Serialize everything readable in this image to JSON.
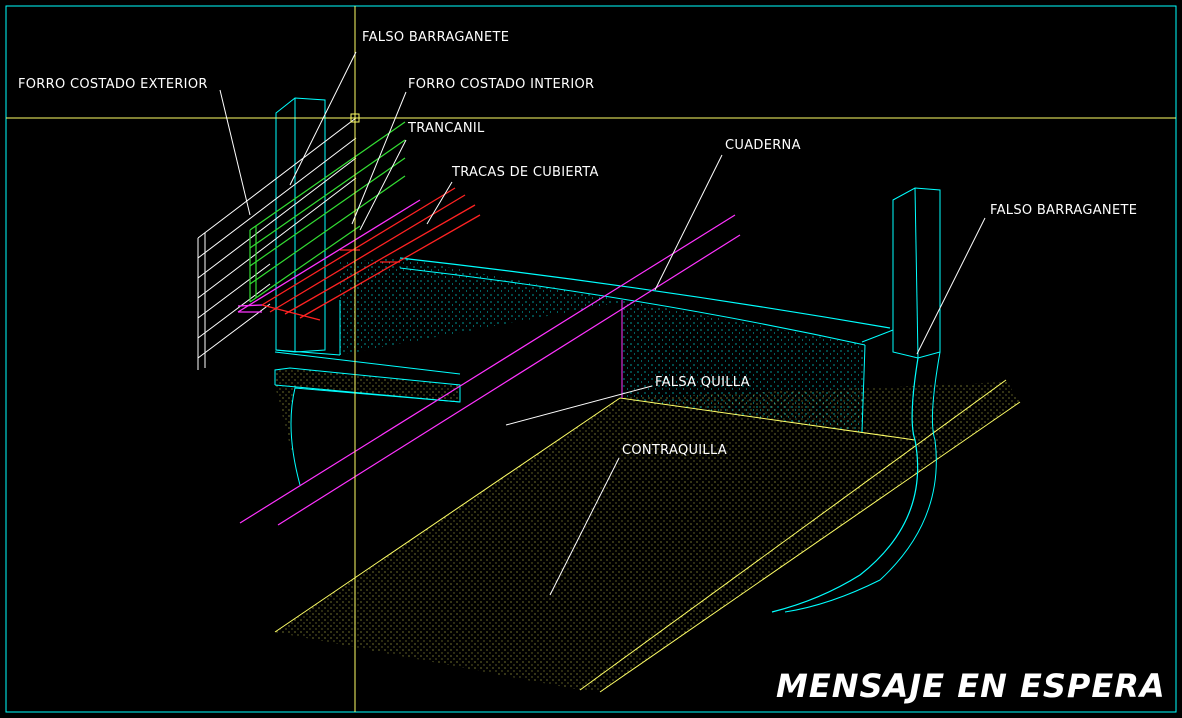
{
  "labels": {
    "falso_barraganete_top": "FALSO BARRAGANETE",
    "forro_costado_exterior": "FORRO COSTADO EXTERIOR",
    "forro_costado_interior": "FORRO COSTADO INTERIOR",
    "trancanil": "TRANCANIL",
    "tracas_de_cubierta": "TRACAS DE CUBIERTA",
    "cuaderna": "CUADERNA",
    "falso_barraganete_right": "FALSO BARRAGANETE",
    "falsa_quilla": "FALSA QUILLA",
    "contraquilla": "CONTRAQUILLA"
  },
  "status_message": "MENSAJE EN ESPERA",
  "colors": {
    "background": "#000000",
    "cyan": "#00ffff",
    "yellow": "#ffff66",
    "green": "#33dd33",
    "red": "#ff2222",
    "magenta": "#ff33ff",
    "white": "#ffffff",
    "purple": "#cc33ff"
  }
}
